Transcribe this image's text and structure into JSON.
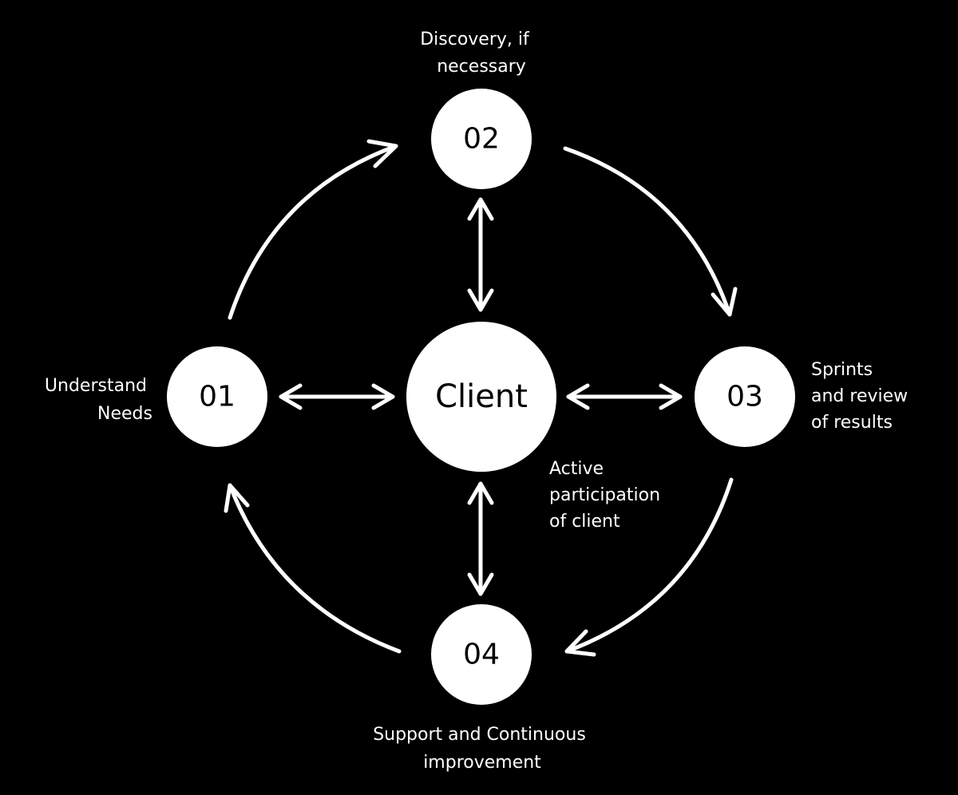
{
  "colors": {
    "background": "#000000",
    "node": "#ffffff",
    "node_text": "#000000",
    "label_text": "#ffffff",
    "arrow": "#ffffff"
  },
  "nodes": {
    "center": "Client",
    "step1": "01",
    "step2": "02",
    "step3": "03",
    "step4": "04"
  },
  "labels": {
    "step1": [
      "Understand",
      "Needs"
    ],
    "step2": [
      "Discovery, if",
      "necessary"
    ],
    "step3": [
      "Sprints",
      "and review",
      "of results"
    ],
    "step4": [
      "Support and Continuous",
      "improvement"
    ],
    "center": [
      "Active",
      "participation",
      "of client"
    ]
  }
}
